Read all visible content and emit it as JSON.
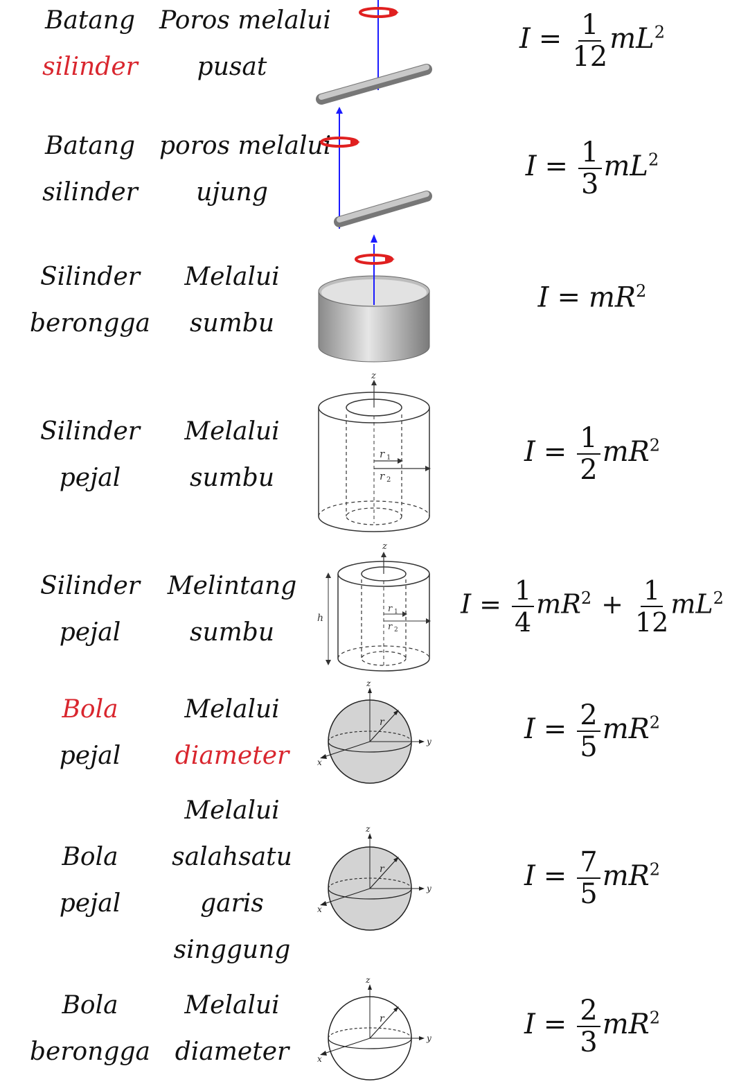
{
  "rows": [
    {
      "obj": [
        "Batang",
        "silinder"
      ],
      "obj_red": [
        false,
        true
      ],
      "axis": [
        "Poros melalui",
        "pusat"
      ],
      "axis_red": [
        false,
        false
      ]
    },
    {
      "obj": [
        "Batang",
        "silinder"
      ],
      "obj_red": [
        false,
        false
      ],
      "axis": [
        "poros melalui",
        "ujung"
      ],
      "axis_red": [
        false,
        false
      ]
    },
    {
      "obj": [
        "Silinder",
        "berongga"
      ],
      "obj_red": [
        false,
        false
      ],
      "axis": [
        "Melalui",
        "sumbu"
      ],
      "axis_red": [
        false,
        false
      ]
    },
    {
      "obj": [
        "Silinder",
        "pejal"
      ],
      "obj_red": [
        false,
        false
      ],
      "axis": [
        "Melalui",
        "sumbu"
      ],
      "axis_red": [
        false,
        false
      ]
    },
    {
      "obj": [
        "Silinder",
        "pejal"
      ],
      "obj_red": [
        false,
        false
      ],
      "axis": [
        "Melintang",
        "sumbu"
      ],
      "axis_red": [
        false,
        false
      ]
    },
    {
      "obj": [
        "Bola",
        "pejal"
      ],
      "obj_red": [
        true,
        false
      ],
      "axis": [
        "Melalui",
        "diameter"
      ],
      "axis_red": [
        false,
        true
      ]
    },
    {
      "obj": [
        "Bola",
        "pejal"
      ],
      "obj_red": [
        false,
        false
      ],
      "axis": [
        "Melalui",
        "salahsatu",
        "garis",
        "singgung"
      ],
      "axis_red": [
        false,
        false,
        false,
        false
      ]
    },
    {
      "obj": [
        "Bola",
        "berongga"
      ],
      "obj_red": [
        false,
        false
      ],
      "axis": [
        "Melalui",
        "diameter"
      ],
      "axis_red": [
        false,
        false
      ]
    }
  ],
  "formulas": [
    {
      "lhs": "I",
      "num": "1",
      "den": "12",
      "rest": "mL",
      "exp": "2"
    },
    {
      "lhs": "I",
      "num": "1",
      "den": "3",
      "rest": "mL",
      "exp": "2"
    },
    {
      "lhs": "I",
      "rest": "mR",
      "exp": "2"
    },
    {
      "lhs": "I",
      "num": "1",
      "den": "2",
      "rest": "mR",
      "exp": "2"
    },
    {
      "lhs": "I",
      "num": "1",
      "den": "4",
      "rest": "mR",
      "exp": "2",
      "num2": "1",
      "den2": "12",
      "rest2": "mL",
      "exp2": "2"
    },
    {
      "lhs": "I",
      "num": "2",
      "den": "5",
      "rest": "mR",
      "exp": "2"
    },
    {
      "lhs": "I",
      "num": "7",
      "den": "5",
      "rest": "mR",
      "exp": "2"
    },
    {
      "lhs": "I",
      "num": "2",
      "den": "3",
      "rest": "mR",
      "exp": "2"
    }
  ],
  "diagram_labels": {
    "z": "z",
    "y": "y",
    "x": "x",
    "r": "r",
    "r1": "r",
    "r1_sub": "1",
    "r2": "r",
    "r2_sub": "2",
    "h": "h"
  },
  "colors": {
    "red": "#d9262e",
    "axis_blue": "#1a1aff",
    "rot_red": "#e02020",
    "rod_gray": "#a8a8a8",
    "sphere_fill": "#d3d3d3"
  }
}
